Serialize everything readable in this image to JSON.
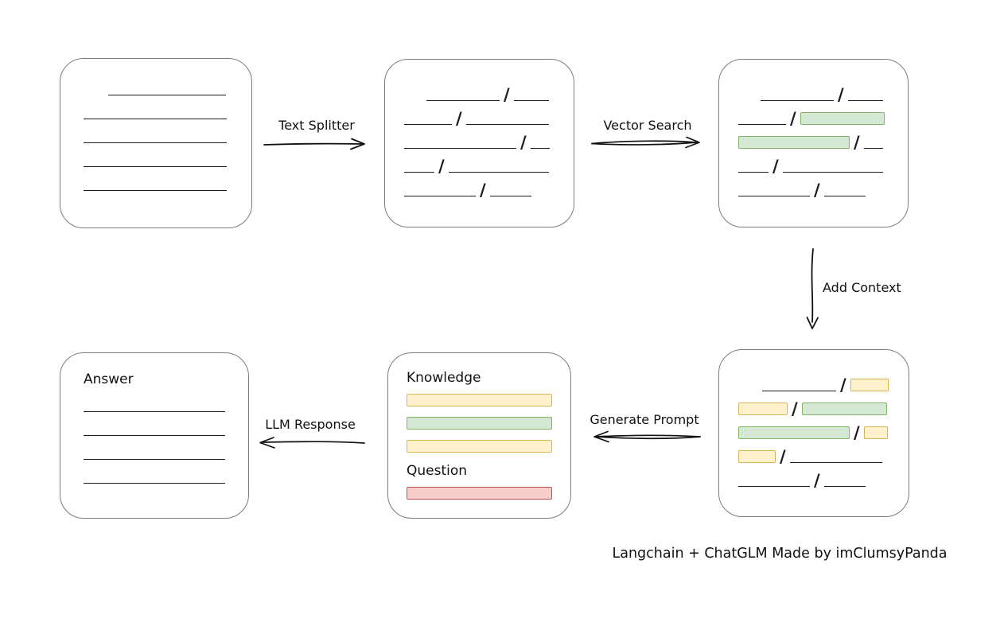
{
  "caption": "Langchain + ChatGLM Made by imClumsyPanda",
  "palette": {
    "line": "#1a1a1a",
    "box_border": "#7d7d7d",
    "green_fill": "#d5e8d4",
    "green_stroke": "#82b366",
    "yellow_fill": "#fff2cc",
    "yellow_stroke": "#d6b656",
    "red_fill": "#f8cecc",
    "red_stroke": "#b85450"
  },
  "arrow_labels": {
    "text_splitter": "Text Splitter",
    "vector_search": "Vector Search",
    "add_context": "Add Context",
    "generate_prompt": "Generate Prompt",
    "llm_response": "LLM Response"
  },
  "nodes": {
    "source_document": {
      "rows": [
        {
          "type": "segments",
          "items": [
            {
              "kind": "gap",
              "w": 31
            },
            {
              "kind": "line",
              "w": 148
            }
          ]
        },
        {
          "type": "segments",
          "items": [
            {
              "kind": "line",
              "w": 180
            }
          ]
        },
        {
          "type": "segments",
          "items": [
            {
              "kind": "line",
              "w": 180
            }
          ]
        },
        {
          "type": "segments",
          "items": [
            {
              "kind": "line",
              "w": 180
            }
          ]
        },
        {
          "type": "segments",
          "items": [
            {
              "kind": "line",
              "w": 180
            }
          ]
        }
      ]
    },
    "split_chunks": {
      "rows": [
        {
          "type": "segments",
          "items": [
            {
              "kind": "gap",
              "w": 28
            },
            {
              "kind": "line",
              "w": 92
            },
            {
              "kind": "slash"
            },
            {
              "kind": "line",
              "w": 44
            }
          ]
        },
        {
          "type": "segments",
          "items": [
            {
              "kind": "line",
              "w": 60
            },
            {
              "kind": "slash"
            },
            {
              "kind": "line",
              "w": 104
            }
          ]
        },
        {
          "type": "segments",
          "items": [
            {
              "kind": "line",
              "w": 141
            },
            {
              "kind": "slash"
            },
            {
              "kind": "line",
              "w": 24
            }
          ]
        },
        {
          "type": "segments",
          "items": [
            {
              "kind": "line",
              "w": 38
            },
            {
              "kind": "slash"
            },
            {
              "kind": "line",
              "w": 126
            }
          ]
        },
        {
          "type": "segments",
          "items": [
            {
              "kind": "line",
              "w": 90
            },
            {
              "kind": "slash"
            },
            {
              "kind": "line",
              "w": 52
            }
          ]
        }
      ]
    },
    "matched_chunks": {
      "rows": [
        {
          "type": "segments",
          "items": [
            {
              "kind": "gap",
              "w": 28
            },
            {
              "kind": "line",
              "w": 92
            },
            {
              "kind": "slash"
            },
            {
              "kind": "line",
              "w": 44
            }
          ]
        },
        {
          "type": "segments",
          "items": [
            {
              "kind": "line",
              "w": 60
            },
            {
              "kind": "slash"
            },
            {
              "kind": "chunk",
              "color": "green",
              "w": 106
            }
          ]
        },
        {
          "type": "segments",
          "items": [
            {
              "kind": "chunk",
              "color": "green",
              "w": 140
            },
            {
              "kind": "slash"
            },
            {
              "kind": "line",
              "w": 24
            }
          ]
        },
        {
          "type": "segments",
          "items": [
            {
              "kind": "line",
              "w": 38
            },
            {
              "kind": "slash"
            },
            {
              "kind": "line",
              "w": 126
            }
          ]
        },
        {
          "type": "segments",
          "items": [
            {
              "kind": "line",
              "w": 90
            },
            {
              "kind": "slash"
            },
            {
              "kind": "line",
              "w": 52
            }
          ]
        }
      ]
    },
    "context_chunks": {
      "rows": [
        {
          "type": "segments",
          "items": [
            {
              "kind": "gap",
              "w": 30
            },
            {
              "kind": "line",
              "w": 93
            },
            {
              "kind": "slash"
            },
            {
              "kind": "chunk",
              "color": "yellow",
              "w": 48
            }
          ]
        },
        {
          "type": "segments",
          "items": [
            {
              "kind": "chunk",
              "color": "yellow",
              "w": 62
            },
            {
              "kind": "slash"
            },
            {
              "kind": "chunk",
              "color": "green",
              "w": 107
            }
          ]
        },
        {
          "type": "segments",
          "items": [
            {
              "kind": "chunk",
              "color": "green",
              "w": 140
            },
            {
              "kind": "slash"
            },
            {
              "kind": "chunk",
              "color": "yellow",
              "w": 30
            }
          ]
        },
        {
          "type": "segments",
          "items": [
            {
              "kind": "chunk",
              "color": "yellow",
              "w": 47
            },
            {
              "kind": "slash"
            },
            {
              "kind": "line",
              "w": 116
            }
          ]
        },
        {
          "type": "segments",
          "items": [
            {
              "kind": "line",
              "w": 90
            },
            {
              "kind": "slash"
            },
            {
              "kind": "line",
              "w": 52
            }
          ]
        }
      ]
    },
    "prompt": {
      "headings": {
        "knowledge": "Knowledge",
        "question": "Question"
      },
      "rows": [
        {
          "type": "heading",
          "text": "Knowledge"
        },
        {
          "type": "bar",
          "color": "yellow",
          "w": 183
        },
        {
          "type": "bar",
          "color": "green",
          "w": 183
        },
        {
          "type": "bar",
          "color": "yellow",
          "w": 183
        },
        {
          "type": "heading",
          "text": "Question",
          "mt": true
        },
        {
          "type": "bar",
          "color": "red",
          "w": 183
        }
      ]
    },
    "answer": {
      "heading": "Answer",
      "rows": [
        {
          "type": "heading",
          "text": "Answer"
        },
        {
          "type": "segments",
          "items": [
            {
              "kind": "line",
              "w": 178
            }
          ]
        },
        {
          "type": "segments",
          "items": [
            {
              "kind": "line",
              "w": 178
            }
          ]
        },
        {
          "type": "segments",
          "items": [
            {
              "kind": "line",
              "w": 178
            }
          ]
        },
        {
          "type": "segments",
          "items": [
            {
              "kind": "line",
              "w": 178
            }
          ]
        }
      ]
    }
  }
}
